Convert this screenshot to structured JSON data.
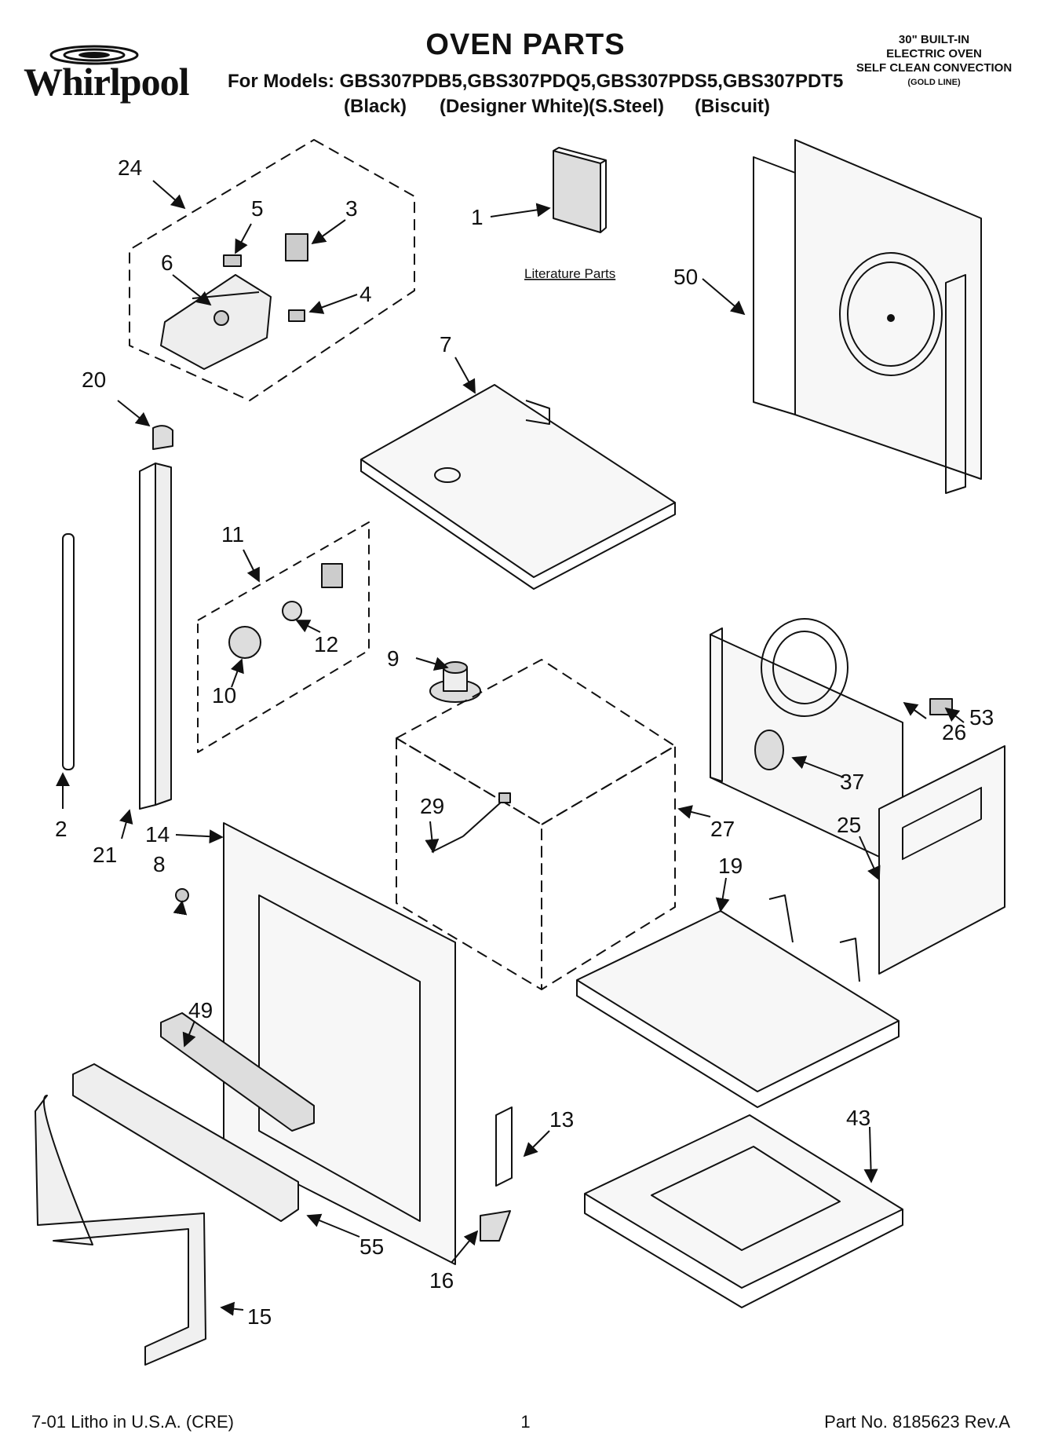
{
  "header": {
    "brand": "Whirlpool",
    "title": "OVEN PARTS",
    "models_line": "For Models: GBS307PDB5,GBS307PDQ5,GBS307PDS5,GBS307PDT5",
    "variants": [
      "(Black)",
      "(Designer White)",
      "(S.Steel)",
      "(Biscuit)"
    ],
    "side_info": [
      "30\" BUILT-IN",
      "ELECTRIC OVEN",
      "SELF CLEAN CONVECTION",
      "(GOLD LINE)"
    ]
  },
  "literature_label": "Literature Parts",
  "callouts": [
    "1",
    "2",
    "3",
    "4",
    "5",
    "6",
    "7",
    "8",
    "9",
    "10",
    "11",
    "12",
    "13",
    "14",
    "15",
    "16",
    "19",
    "20",
    "21",
    "24",
    "25",
    "26",
    "27",
    "29",
    "37",
    "43",
    "49",
    "50",
    "53",
    "55"
  ],
  "footer": {
    "left": "7-01 Litho in U.S.A. (CRE)",
    "page": "1",
    "right": "Part No. 8185623 Rev.A"
  }
}
